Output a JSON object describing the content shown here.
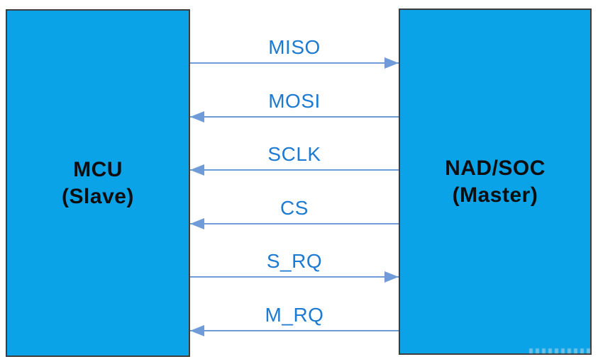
{
  "diagram": {
    "left_box": {
      "name": "MCU",
      "role": "(Slave)"
    },
    "right_box": {
      "name": "NAD/SOC",
      "role": "(Master)"
    },
    "signals": [
      {
        "label": "MISO",
        "direction": "right"
      },
      {
        "label": "MOSI",
        "direction": "left"
      },
      {
        "label": "SCLK",
        "direction": "left"
      },
      {
        "label": "CS",
        "direction": "left"
      },
      {
        "label": "S_RQ",
        "direction": "right"
      },
      {
        "label": "M_RQ",
        "direction": "left"
      }
    ],
    "colors": {
      "box_fill": "#0aa3e8",
      "box_border": "#3d3d3d",
      "arrow": "#6f9bd8",
      "signal_label": "#1c7ad2",
      "box_text": "#0d0d0d",
      "background": "#ffffff"
    }
  }
}
